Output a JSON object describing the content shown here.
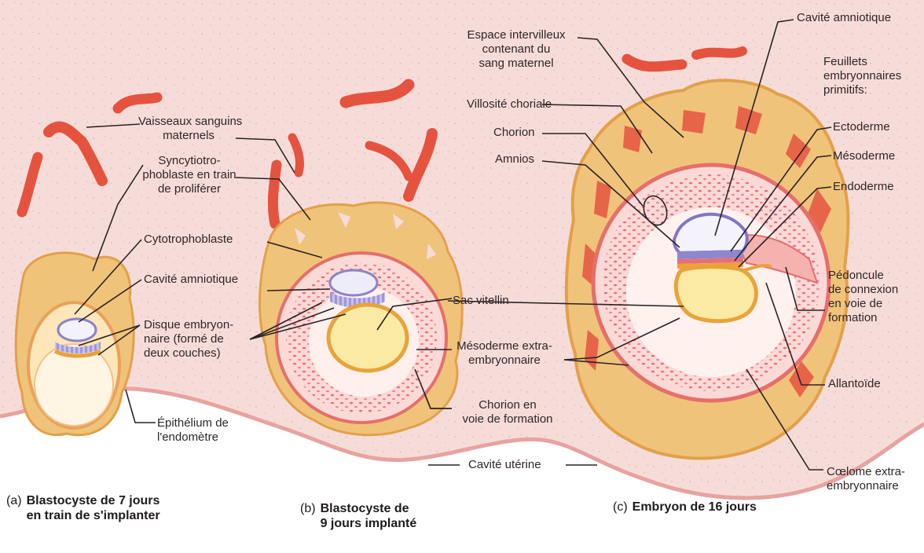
{
  "colors": {
    "tissue": "#f6dcd9",
    "trophoblast": "#f0c37a",
    "trophoblast_dark": "#e3a04a",
    "vessel": "#e5533f",
    "amnion": "#b9b3e6",
    "yolk": "#fbeaa3",
    "mesoderm": "#f2a9a5",
    "line": "#2a2326"
  },
  "panels": {
    "a": {
      "tag": "(a)",
      "caption": "Blastocyste de 7 jours\nen train de s'implanter"
    },
    "b": {
      "tag": "(b)",
      "caption": "Blastocyste de\n9 jours implanté"
    },
    "c": {
      "tag": "(c)",
      "caption": "Embryon de 16 jours"
    }
  },
  "labels": {
    "vaisseaux": "Vaisseaux sanguins\nmaternels",
    "syncytio": "Syncytiotro-\nphoblaste en train\nde proliférer",
    "cytotropho": "Cytotrophoblaste",
    "cavite_amnio_a": "Cavité amniotique",
    "disque": "Disque embryon-\nnaire (formé de\ndeux couches)",
    "epithelium": "Épithélium de\nl'endomètre",
    "sac_vitellin": "Sac vitellin",
    "mesoderme_extra": "Mésoderme extra-\nembryonnaire",
    "chorion_formation": "Chorion en\nvoie de formation",
    "cavite_uterine": "Cavité utérine",
    "espace_intervilleux": "Espace intervilleux\ncontenant du\nsang maternel",
    "villosite": "Villosité choriale",
    "chorion": "Chorion",
    "amnios": "Amnios",
    "cavite_amnio_c": "Cavité amniotique",
    "feuillets": "Feuillets\nembryonnaires\nprimitifs:",
    "ectoderme": "Ectoderme",
    "mesoderme": "Mésoderme",
    "endoderme": "Endoderme",
    "pedoncule": "Pédoncule\nde connexion\nen voie de\nformation",
    "allantoide": "Allantoïde",
    "coelome": "Cœlome extra-\nembryonnaire"
  }
}
